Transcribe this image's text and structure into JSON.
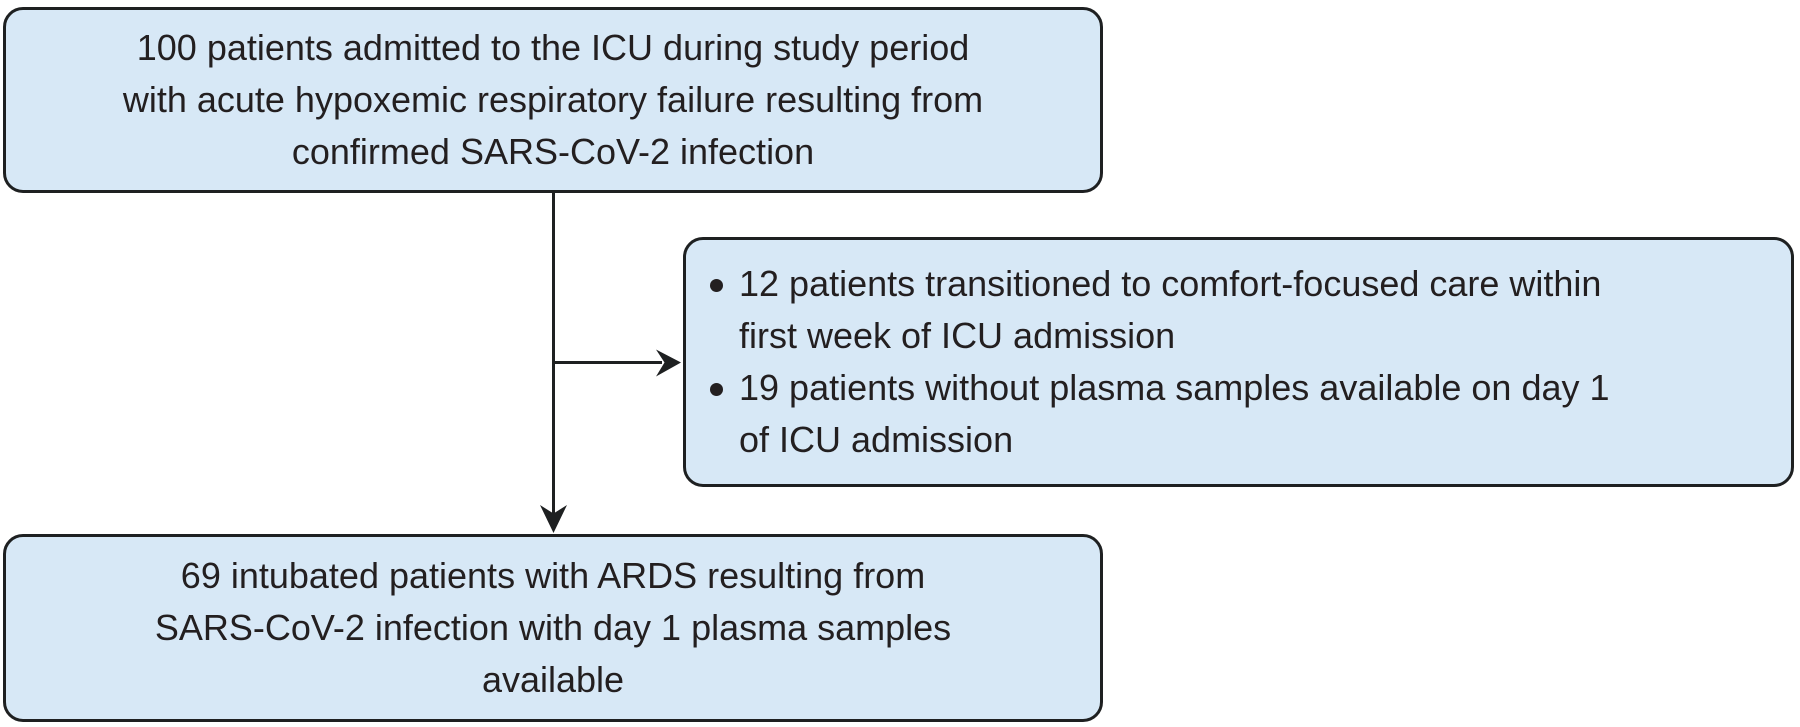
{
  "figure": {
    "type": "patient-flow-diagram",
    "colors": {
      "box_fill": "#d7e8f6",
      "box_border": "#1e2021",
      "text": "#231f20",
      "connector": "#1e2021",
      "canvas_bg": "#ffffff"
    }
  },
  "enrollment_box": {
    "count": 100,
    "lines": [
      "100 patients admitted to the ICU during study period",
      "with acute hypoxemic respiratory failure resulting from",
      "confirmed SARS-CoV-2 infection"
    ]
  },
  "exclusion_box": {
    "bullet_glyph": "•",
    "items": [
      {
        "count": 12,
        "lines": [
          "12 patients transitioned to comfort-focused care within",
          "first week of ICU admission"
        ]
      },
      {
        "count": 19,
        "lines": [
          "19 patients without plasma samples available on day 1",
          "of ICU admission"
        ]
      }
    ]
  },
  "final_box": {
    "count": 69,
    "lines": [
      "69 intubated patients with ARDS resulting from",
      "SARS-CoV-2 infection with day 1 plasma samples",
      "available"
    ]
  }
}
